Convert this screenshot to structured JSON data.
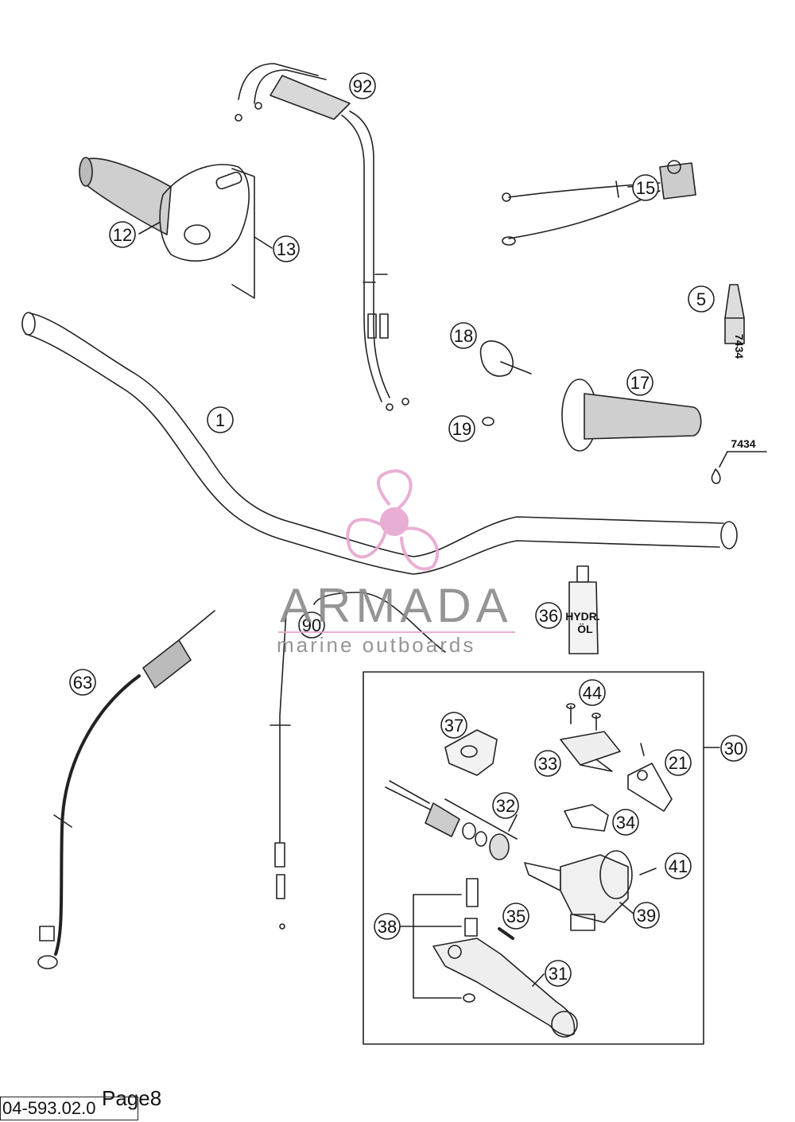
{
  "callouts": {
    "c1": "1",
    "c5": "5",
    "c12": "12",
    "c13": "13",
    "c15": "15",
    "c17": "17",
    "c18": "18",
    "c19": "19",
    "c21": "21",
    "c30": "30",
    "c31": "31",
    "c32": "32",
    "c33": "33",
    "c34": "34",
    "c35": "35",
    "c36": "36",
    "c37": "37",
    "c38": "38",
    "c39": "39",
    "c41": "41",
    "c44": "44",
    "c63": "63",
    "c90": "90",
    "c92": "92"
  },
  "labels": {
    "adhesive_code": "7434",
    "bottle_code": "7434",
    "oil_bottle_line1": "HYDR.",
    "oil_bottle_line2": "ÖL"
  },
  "watermark": {
    "title": "ARMADA",
    "subtitle": "marine outboards",
    "color_pink": "#e7a6cf",
    "color_gray": "#8a8a8a"
  },
  "footer": {
    "code": "04-593.02.0",
    "page": "Page8"
  }
}
